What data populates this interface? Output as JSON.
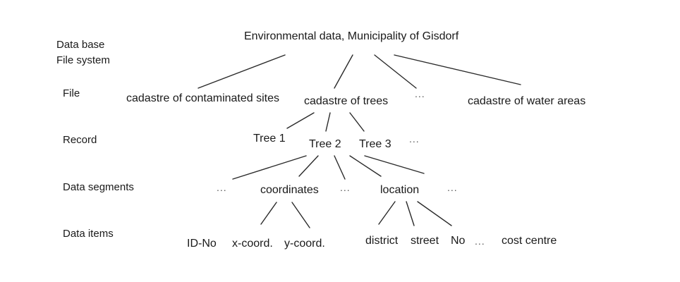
{
  "levels": {
    "database": "Data base",
    "filesystem": "File system",
    "file": "File",
    "record": "Record",
    "segments": "Data segments",
    "items": "Data items"
  },
  "root": "Environmental data, Municipality of Gisdorf",
  "files": {
    "contaminated": "cadastre of contaminated sites",
    "trees": "cadastre of trees",
    "ellipsis": "...",
    "water": "cadastre of water areas"
  },
  "records": {
    "tree1": "Tree 1",
    "tree2": "Tree 2",
    "tree3": "Tree 3",
    "ellipsis": "..."
  },
  "segments": {
    "ellipsis_left": "...",
    "coordinates": "coordinates",
    "ellipsis_mid": "...",
    "location": "location",
    "ellipsis_right": "..."
  },
  "items": {
    "id": "ID-No",
    "x": "x-coord.",
    "y": "y-coord.",
    "district": "district",
    "street": "street",
    "no": "No",
    "ellipsis": "...",
    "cost": "cost centre"
  }
}
